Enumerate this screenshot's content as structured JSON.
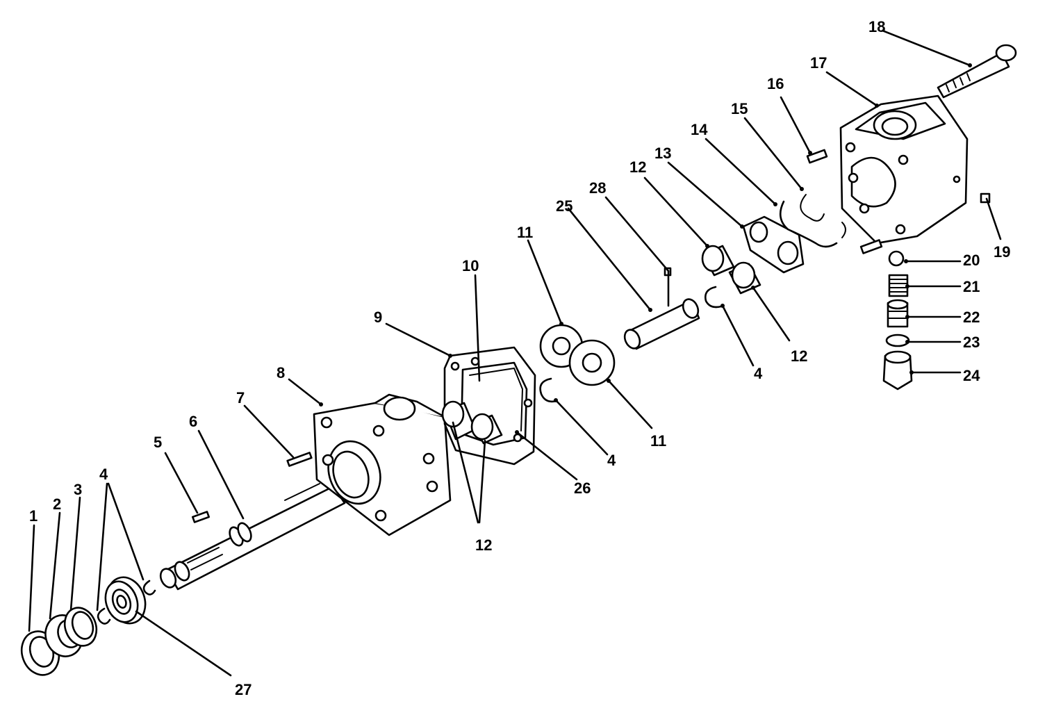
{
  "callouts": [
    {
      "id": "c1",
      "text": "1"
    },
    {
      "id": "c2",
      "text": "2"
    },
    {
      "id": "c3",
      "text": "3"
    },
    {
      "id": "c4a",
      "text": "4"
    },
    {
      "id": "c4b",
      "text": "4"
    },
    {
      "id": "c4c",
      "text": "4"
    },
    {
      "id": "c5",
      "text": "5"
    },
    {
      "id": "c6",
      "text": "6"
    },
    {
      "id": "c7",
      "text": "7"
    },
    {
      "id": "c8",
      "text": "8"
    },
    {
      "id": "c9",
      "text": "9"
    },
    {
      "id": "c10",
      "text": "10"
    },
    {
      "id": "c11a",
      "text": "11"
    },
    {
      "id": "c11b",
      "text": "11"
    },
    {
      "id": "c12a",
      "text": "12"
    },
    {
      "id": "c12b",
      "text": "12"
    },
    {
      "id": "c12c",
      "text": "12"
    },
    {
      "id": "c13",
      "text": "13"
    },
    {
      "id": "c14",
      "text": "14"
    },
    {
      "id": "c15",
      "text": "15"
    },
    {
      "id": "c16",
      "text": "16"
    },
    {
      "id": "c17",
      "text": "17"
    },
    {
      "id": "c18",
      "text": "18"
    },
    {
      "id": "c19",
      "text": "19"
    },
    {
      "id": "c20",
      "text": "20"
    },
    {
      "id": "c21",
      "text": "21"
    },
    {
      "id": "c22",
      "text": "22"
    },
    {
      "id": "c23",
      "text": "23"
    },
    {
      "id": "c24",
      "text": "24"
    },
    {
      "id": "c25",
      "text": "25"
    },
    {
      "id": "c26",
      "text": "26"
    },
    {
      "id": "c27",
      "text": "27"
    },
    {
      "id": "c28",
      "text": "28"
    }
  ]
}
